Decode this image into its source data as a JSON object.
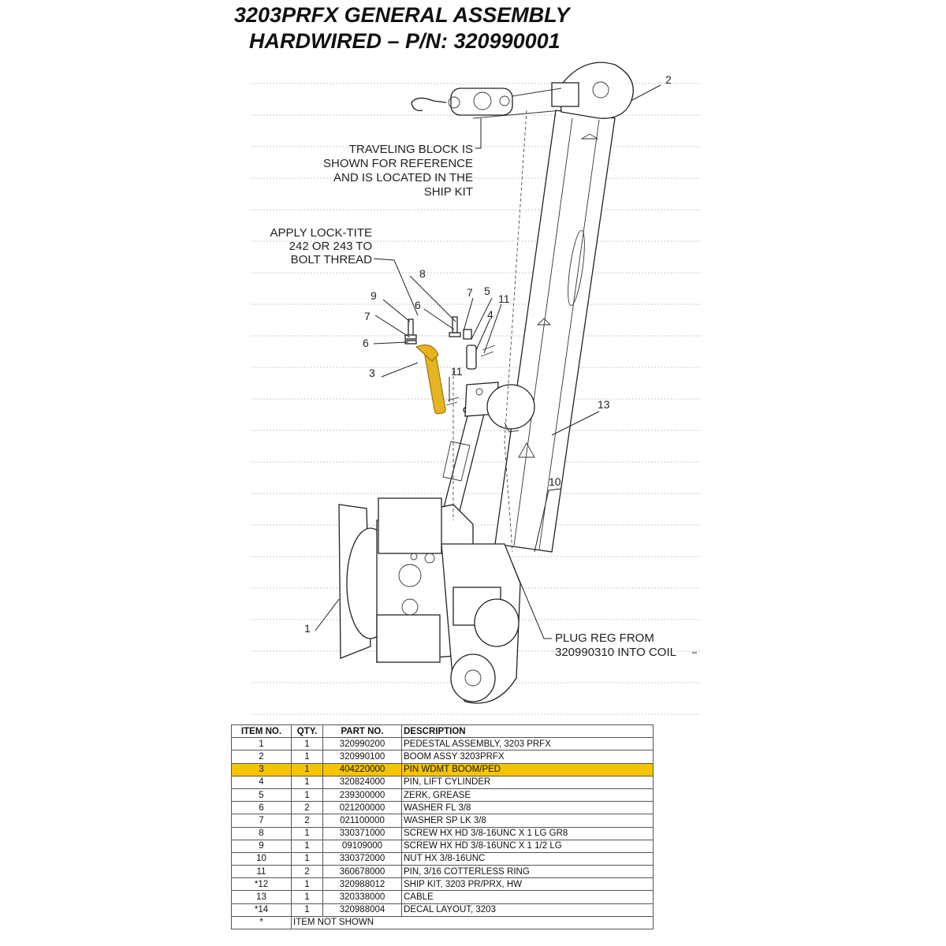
{
  "title": {
    "line1": "3203PRFX GENERAL ASSEMBLY",
    "line2": "HARDWIRED – P/N: 320990001"
  },
  "notes": {
    "traveling_block": [
      "TRAVELING BLOCK IS",
      "SHOWN FOR REFERENCE",
      "AND IS LOCATED IN THE",
      "SHIP KIT"
    ],
    "lock_tite": [
      "APPLY LOCK-TITE",
      "242 OR 243 TO",
      "BOLT THREAD"
    ],
    "plug_reg": [
      "PLUG REG FROM",
      "320990310 INTO COIL"
    ]
  },
  "callouts": {
    "c2": "2",
    "c8": "8",
    "c9": "9",
    "c6a": "6",
    "c7a": "7",
    "c5": "5",
    "c11a": "11",
    "c7b": "7",
    "c4": "4",
    "c6b": "6",
    "c3": "3",
    "c11b": "11",
    "c13": "13",
    "c10": "10",
    "c1": "1"
  },
  "colors": {
    "highlight": "#f5c400",
    "pin": "#e6b422"
  },
  "table": {
    "headers": [
      "ITEM NO.",
      "QTY.",
      "PART NO.",
      "DESCRIPTION"
    ],
    "highlight_row": 2,
    "rows": [
      [
        "1",
        "1",
        "320990200",
        "PEDESTAL ASSEMBLY, 3203 PRFX"
      ],
      [
        "2",
        "1",
        "320990100",
        "BOOM ASSY 3203PRFX"
      ],
      [
        "3",
        "1",
        "404220000",
        "PIN WDMT BOOM/PED"
      ],
      [
        "4",
        "1",
        "320824000",
        "PIN, LIFT CYLINDER"
      ],
      [
        "5",
        "1",
        "239300000",
        "ZERK, GREASE"
      ],
      [
        "6",
        "2",
        "021200000",
        "WASHER FL 3/8"
      ],
      [
        "7",
        "2",
        "021100000",
        "WASHER SP LK 3/8"
      ],
      [
        "8",
        "1",
        "330371000",
        "SCREW HX HD 3/8-16UNC X 1 LG GR8"
      ],
      [
        "9",
        "1",
        "09109000",
        "SCREW HX HD 3/8-16UNC X 1 1/2 LG"
      ],
      [
        "10",
        "1",
        "330372000",
        "NUT HX 3/8-16UNC"
      ],
      [
        "11",
        "2",
        "360678000",
        "PIN, 3/16 COTTERLESS RING"
      ],
      [
        "*12",
        "1",
        "320988012",
        "SHIP KIT, 3203 PR/PRX, HW"
      ],
      [
        "13",
        "1",
        "320338000",
        "CABLE"
      ],
      [
        "*14",
        "1",
        "320988004",
        "DECAL LAYOUT, 3203"
      ]
    ],
    "footer": [
      "*",
      "ITEM NOT SHOWN"
    ]
  }
}
